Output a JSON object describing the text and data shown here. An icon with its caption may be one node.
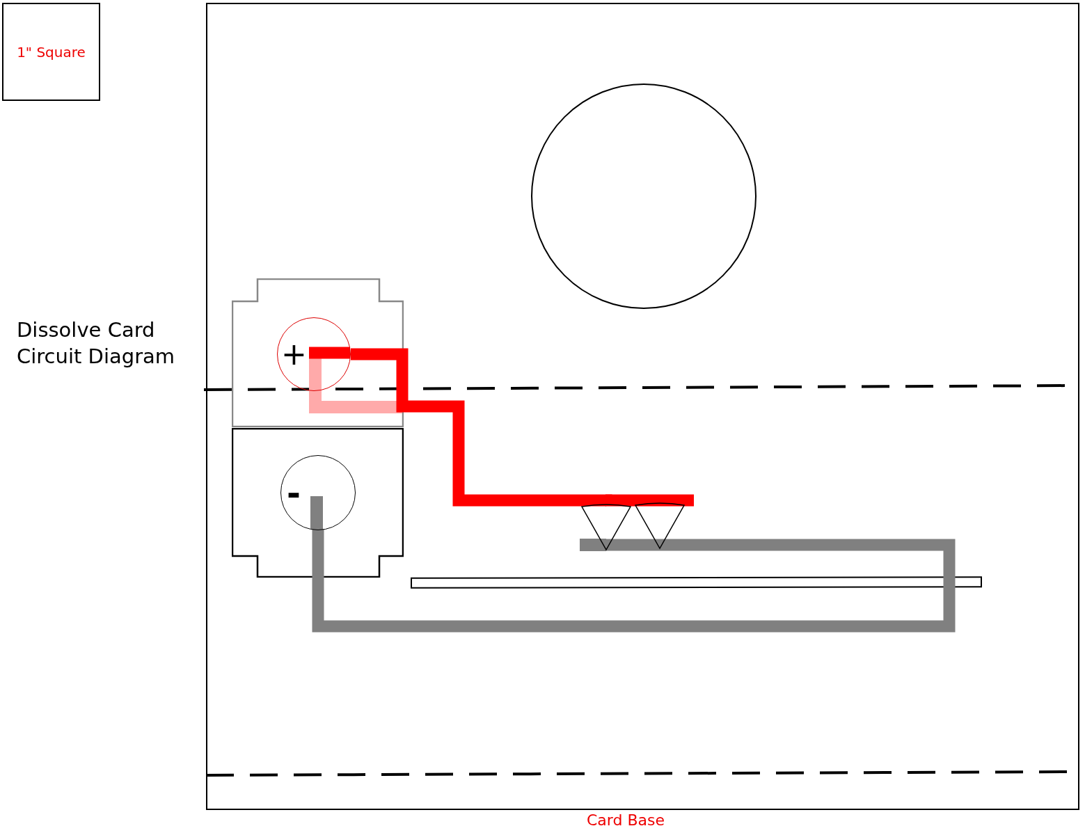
{
  "diagram": {
    "title": "Dissolve Card Circuit Diagram",
    "nodes": [
      {
        "text": [
          "1\" Square"
        ]
      },
      {
        "text": [],
        "shape": "box",
        "beside": [
          "Card Base"
        ]
      },
      {
        "text": [],
        "shape": "circle",
        "in": 1
      },
      {
        "text": [],
        "shape": "box",
        "in": 1
      },
      {
        "text": [
          "+"
        ],
        "in": 3
      },
      {
        "text": [],
        "shape": "box",
        "in": 1
      },
      {
        "text": [
          "-"
        ],
        "in": 5
      },
      {
        "text": [],
        "shape": "triangle",
        "in": 1
      },
      {
        "text": [],
        "shape": "triangle",
        "in": 1
      },
      {
        "text": [],
        "shape": "bar",
        "in": 1
      }
    ],
    "edges": [
      {
        "from": 4,
        "to": 7,
        "arrow": "none",
        "color": "#ff0000"
      },
      {
        "from": 6,
        "to": 7,
        "arrow": "none",
        "color": "#808080"
      }
    ]
  }
}
